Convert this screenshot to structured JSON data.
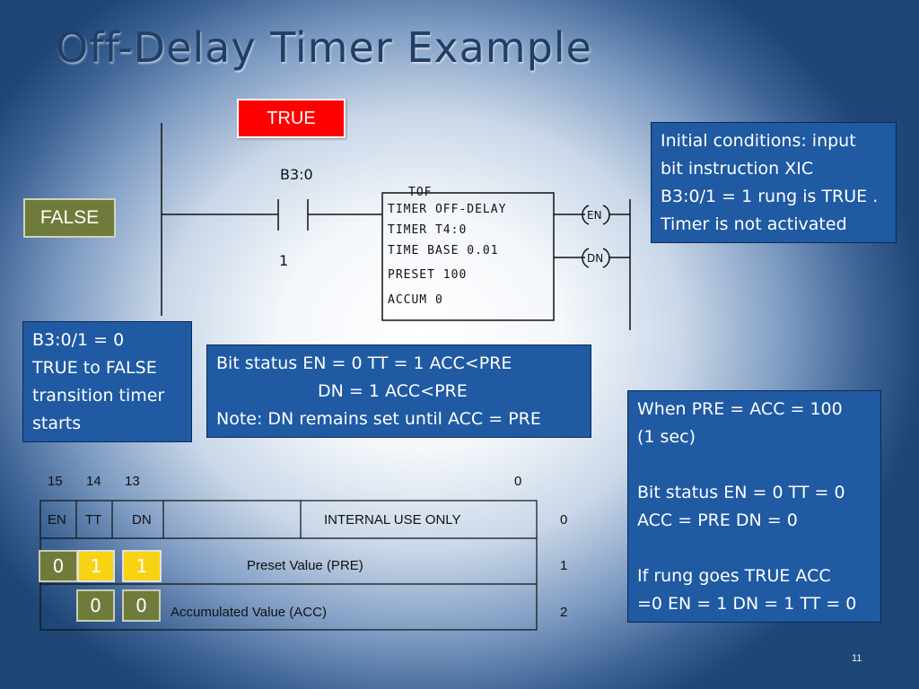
{
  "slide": {
    "title": "Off-Delay Timer Example",
    "page_number": "11"
  },
  "rung_state": {
    "true_label": "TRUE",
    "false_label": "FALSE"
  },
  "contact": {
    "address": "B3:0",
    "bit": "1"
  },
  "timer_block": {
    "header": "TOF",
    "lines": [
      "TIMER OFF-DELAY",
      "TIMER T4:0",
      "TIME BASE 0.01",
      "PRESET 100",
      "ACCUM 0"
    ]
  },
  "outputs": {
    "en": "EN",
    "dn": "DN"
  },
  "notes": {
    "initial": [
      "Initial conditions: input",
      "bit instruction XIC",
      "B3:0/1 = 1 rung is TRUE .",
      "Timer is not activated"
    ],
    "transition": [
      "B3:0/1 = 0",
      "TRUE to FALSE",
      "transition timer",
      "starts"
    ],
    "bit_status": [
      "Bit status   EN = 0  TT = 1   ACC<PRE",
      "DN = 1  ACC<PRE",
      "Note:  DN remains set until ACC = PRE"
    ],
    "done": [
      "When PRE = ACC = 100",
      "(1 sec)",
      "",
      "Bit status  EN = 0   TT = 0",
      "ACC = PRE   DN = 0",
      "",
      "If rung goes TRUE  ACC",
      "=0  EN = 1  DN = 1  TT = 0"
    ]
  },
  "bit_table": {
    "bit_positions": [
      "15",
      "14",
      "13",
      "0"
    ],
    "row0": {
      "en": "EN",
      "tt": "TT",
      "dn": "DN",
      "internal": "INTERNAL USE ONLY"
    },
    "row1_label": "Preset Value  (PRE)",
    "row2_label": "Accumulated Value (ACC)",
    "word_numbers": [
      "0",
      "1",
      "2"
    ],
    "row1_bits": [
      "0",
      "1",
      "1"
    ],
    "row2_bits": [
      "0",
      "0"
    ]
  }
}
